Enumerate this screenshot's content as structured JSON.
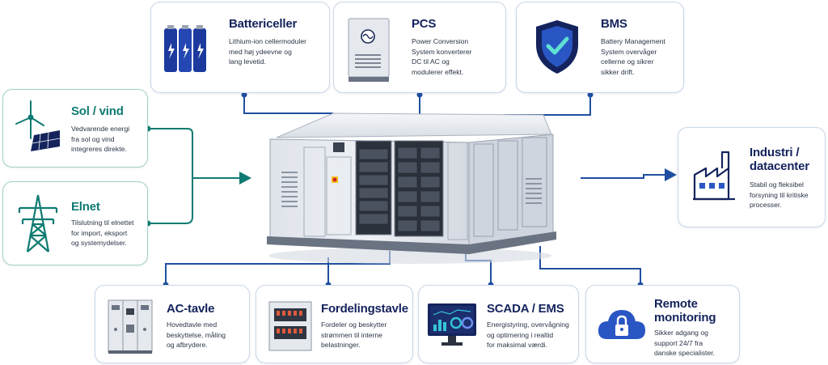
{
  "cards": {
    "battericeller": {
      "title": "Battericeller",
      "desc": [
        "Lithium-ion cellermoduler",
        "med høj ydeevne og",
        "lang levetid."
      ]
    },
    "pcs": {
      "title": "PCS",
      "desc": [
        "Power Conversion",
        "System konverterer",
        "DC til AC og",
        "modulerer effekt."
      ]
    },
    "bms": {
      "title": "BMS",
      "desc": [
        "Battery Management",
        "System overvåger",
        "cellerne og sikrer",
        "sikker drift."
      ]
    },
    "sol_vind": {
      "title": "Sol / vind",
      "desc": [
        "Vedvarende energi",
        "fra sol og vind",
        "integreres direkte."
      ]
    },
    "elnet": {
      "title": "Elnet",
      "desc": [
        "Tilslutning til elnettet",
        "for import, eksport",
        "og systemydelser."
      ]
    },
    "industri": {
      "title": [
        "Industri /",
        "datacenter"
      ],
      "desc": [
        "Stabil og fleksibel",
        "forsyning til kritiske",
        "processer."
      ]
    },
    "ac_tavle": {
      "title": "AC-tavle",
      "desc": [
        "Hovedtavle med",
        "beskyttelse, måling",
        "og afbrydere."
      ]
    },
    "fordelingstavle": {
      "title": "Fordelingstavle",
      "desc": [
        "Fordeler og beskytter",
        "strømmen til interne",
        "belastninger."
      ]
    },
    "scada": {
      "title": "SCADA / EMS",
      "desc": [
        "Energistyring, overvågning",
        "og optimering i realtid",
        "for maksimal værdi."
      ]
    },
    "remote": {
      "title": [
        "Remote",
        "monitoring"
      ],
      "desc": [
        "Sikker adgang og",
        "support 24/7 fra",
        "danske specialister."
      ]
    }
  },
  "colors": {
    "navy": "#14235c",
    "line_blue": "#1f4fa0",
    "teal": "#0f7b72",
    "card_border": "#c9d7ea",
    "green_border": "#9fd2c4",
    "container_body": "#e4e8ee"
  },
  "icons": {
    "battericeller": "battery-cells-icon",
    "pcs": "inverter-cabinet-icon",
    "bms": "shield-check-icon",
    "sol_vind": "wind-solar-icon",
    "elnet": "power-pylon-icon",
    "industri": "factory-icon",
    "ac_tavle": "switchgear-cabinet-icon",
    "fordelingstavle": "distribution-board-icon",
    "scada": "monitor-dashboard-icon",
    "remote": "cloud-lock-icon"
  }
}
